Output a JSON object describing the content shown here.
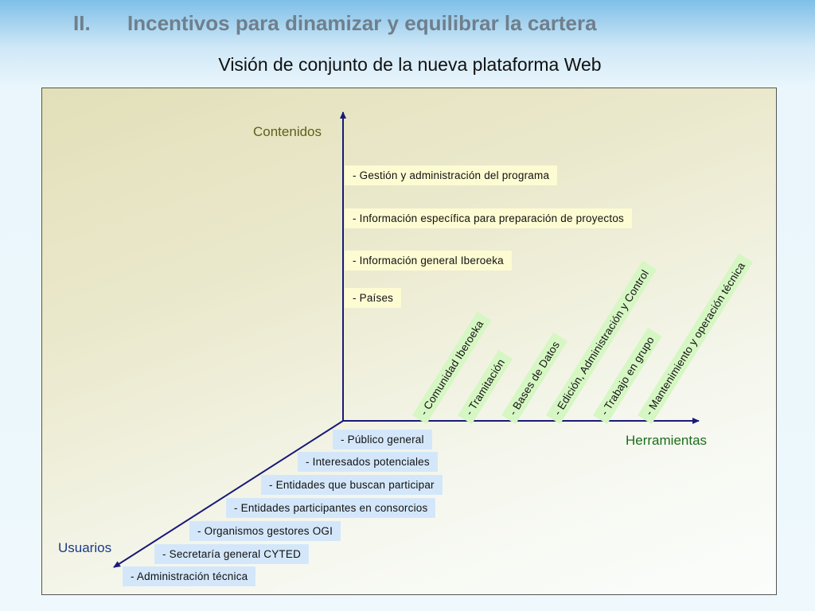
{
  "header": {
    "number": "II.",
    "title": "Incentivos para dinamizar y equilibrar la cartera",
    "subtitle": "Visión de conjunto de la nueva plataforma Web"
  },
  "axes": {
    "contenidos": "Contenidos",
    "herramientas": "Herramientas",
    "usuarios": "Usuarios"
  },
  "contenidos": [
    "- Gestión y administración del programa",
    "- Información específica para preparación de proyectos",
    "- Información general Iberoeka",
    "- Países"
  ],
  "herramientas": [
    "- Comunidad Iberoeka",
    "- Tramitación",
    "- Bases de Datos",
    "- Edición, Administración y Control",
    "- Trabajo en grupo",
    "- Mantenimiento y operación técnica"
  ],
  "usuarios": [
    "- Público general",
    "- Interesados potenciales",
    "- Entidades que buscan participar",
    "- Entidades participantes en consorcios",
    "- Organismos gestores OGI",
    "- Secretaría general CYTED",
    "- Administración técnica"
  ],
  "colors": {
    "axis": "#1a1a78",
    "contenidos_box": "#fdfbd2",
    "herramientas_box": "#d6f7c4",
    "usuarios_box": "#d4e7fa"
  }
}
